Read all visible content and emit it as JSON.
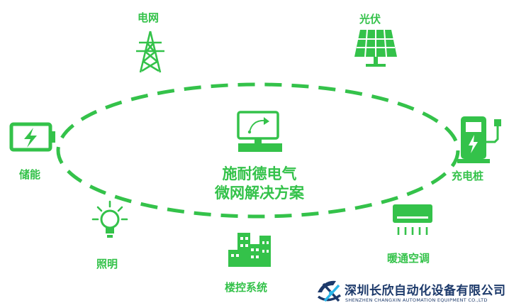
{
  "colors": {
    "accent": "#34c24a",
    "company": "#1d3a6b"
  },
  "center": {
    "line1": "施耐德电气",
    "line2": "微网解决方案"
  },
  "nodes": [
    {
      "id": "grid",
      "label": "电网",
      "icon": "power-tower-icon"
    },
    {
      "id": "solar",
      "label": "光伏",
      "icon": "solar-panel-icon"
    },
    {
      "id": "storage",
      "label": "储能",
      "icon": "battery-icon"
    },
    {
      "id": "charger",
      "label": "充电桩",
      "icon": "ev-charger-icon"
    },
    {
      "id": "lighting",
      "label": "照明",
      "icon": "light-bulb-icon"
    },
    {
      "id": "building",
      "label": "楼控系统",
      "icon": "building-icon"
    },
    {
      "id": "hvac",
      "label": "暖通空调",
      "icon": "air-conditioner-icon"
    }
  ],
  "company": {
    "name_cn": "深圳长欣自动化设备有限公司",
    "name_en": "SHENZHEN CHANGXIN AUTOMATION EQUIPMENT CO.,LTD",
    "logo": "changxin-logo"
  }
}
